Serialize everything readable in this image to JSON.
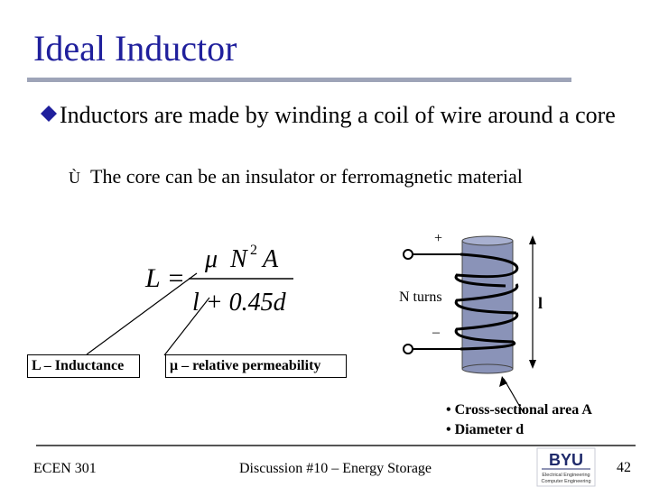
{
  "slide": {
    "title": "Ideal Inductor",
    "bullet": "Inductors are made by winding a coil of wire around a core",
    "sub_bullet": "The core can be an insulator or ferromagnetic material"
  },
  "formula": {
    "lhs": "L =",
    "numerator_mu": "μ",
    "numerator_N": "N",
    "numerator_exp": "2",
    "numerator_A": "A",
    "denominator": "l + 0.45d"
  },
  "labels": {
    "inductance": "L – Inductance",
    "permeability": "μ – relative permeability"
  },
  "diagram": {
    "plus": "+",
    "minus": "–",
    "n_turns": "N turns",
    "length": "l",
    "area_items": [
      "• Cross-sectional area A",
      "• Diameter d"
    ]
  },
  "footer": {
    "course": "ECEN 301",
    "topic": "Discussion #10 – Energy Storage",
    "page": "42",
    "logo_text": "BYU",
    "logo_sub": [
      "Electrical Engineering",
      "Computer Engineering"
    ]
  },
  "colors": {
    "title": "#1f1f9c",
    "rule": "#9ea4b8",
    "core": "#8a93b8"
  }
}
